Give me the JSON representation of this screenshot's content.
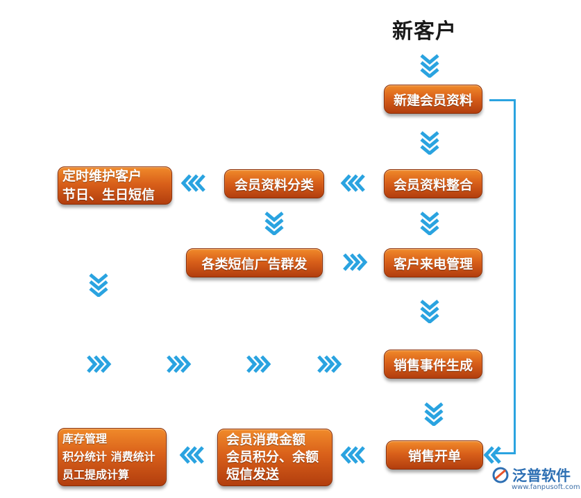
{
  "title": "新客户",
  "steps": {
    "new_member": "新建会员资料",
    "integrate": "会员资料整合",
    "classify": "会员资料分类",
    "care": [
      "定时维护客户",
      "节日、生日短信"
    ],
    "sms_ads": "各类短信广告群发",
    "call_mgmt": "客户来电管理",
    "sales_event": "销售事件生成",
    "sales_order": "销售开单",
    "member_consume": [
      "会员消费金额",
      "会员积分、余额",
      "短信发送"
    ],
    "stock_stats": [
      "库存管理",
      "积分统计 消费统计",
      "员工提成计算"
    ]
  },
  "brand": {
    "name": "泛普软件",
    "url": "www.fanpusoft.com"
  },
  "colors": {
    "box": "#d9601a",
    "arrow": "#2aa3e0",
    "line": "#2aa3e0"
  }
}
